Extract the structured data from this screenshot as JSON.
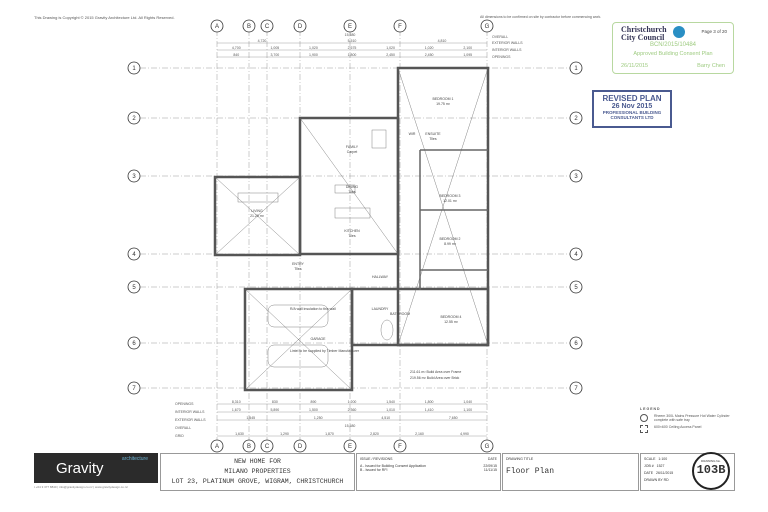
{
  "copyright": "This Drawing is Copyright © 2015 Gravity Architecture Ltd. All Rights Reserved.",
  "site_note": "All dimensions to be confirmed on site by contractor before commencing work.",
  "grid": {
    "columns": [
      "A",
      "B",
      "C",
      "D",
      "E",
      "F",
      "G"
    ],
    "rows": [
      "1",
      "2",
      "3",
      "4",
      "5",
      "6",
      "7"
    ]
  },
  "dimension_labels": {
    "top": [
      "OVERALL",
      "EXTERIOR WALLS",
      "INTERIOR WALLS",
      "OPENINGS"
    ],
    "bottom": [
      "OPENINGS",
      "INTERIOR WALLS",
      "EXTERIOR WALLS",
      "OVERALL",
      "GRID"
    ]
  },
  "dimensions": {
    "top_overall": "15,580",
    "top_ext": [
      "4,720",
      "5,510",
      "4,810"
    ],
    "top_int": [
      "4,700",
      "1,005",
      "1,020",
      "2,675",
      "1,020",
      "1,020",
      "2,100"
    ],
    "top_open": [
      "840",
      "3,700",
      "1,900",
      "1,800",
      "2,450",
      "2,450",
      "1,095"
    ],
    "bottom_open": [
      "8,310",
      "830",
      "890",
      "1,200",
      "1,540",
      "1,800",
      "1,040"
    ],
    "bottom_int": [
      "1,670",
      "5,890",
      "1,500",
      "2,360",
      "1,010",
      "1,410",
      "1,100"
    ],
    "bottom_ext": [
      "1,545",
      "1,250",
      "4,510",
      "7,650"
    ],
    "bottom_overall": "15,580",
    "bottom_grid": [
      "1,630",
      "1,290",
      "1,870",
      "2,820",
      "2,160",
      "4,990"
    ]
  },
  "rooms": [
    {
      "name": "BEDROOM 1",
      "area": "19.75 m²"
    },
    {
      "name": "FAMILY",
      "area": "Carpet"
    },
    {
      "name": "DINING",
      "area": "Tiles"
    },
    {
      "name": "KITCHEN",
      "area": "Tiles"
    },
    {
      "name": "LIVING",
      "area": "21.29 m²"
    },
    {
      "name": "BEDROOM 3",
      "area": "12.01 m²"
    },
    {
      "name": "BEDROOM 2",
      "area": "8.99 m²"
    },
    {
      "name": "BEDROOM 4",
      "area": "12.55 m²"
    },
    {
      "name": "ENSUITE",
      "area": "Tiles"
    },
    {
      "name": "WIR",
      "area": ""
    },
    {
      "name": "ENTRY",
      "area": "Tiles"
    },
    {
      "name": "GARAGE",
      "area": ""
    },
    {
      "name": "HALLWAY",
      "area": ""
    },
    {
      "name": "BATHROOM",
      "area": ""
    },
    {
      "name": "LAUNDRY",
      "area": ""
    }
  ],
  "notes": {
    "garage_wall": "R/A wall insulation to this wall",
    "lintel": "Lintel to be supplied by Timber Manufacturer",
    "area_frame": "211.61 m² Build Area over Frame",
    "area_brick": "219.56 m² Build Area over Brick"
  },
  "stamp_council": {
    "org": "Christchurch City Council",
    "page": "Page 3 of 20",
    "ref": "BCN/2015/10484",
    "status": "Approved Building Consent Plan",
    "date": "26/11/2015",
    "officer": "Barry Chen"
  },
  "stamp_revised": {
    "title": "REVISED PLAN",
    "date": "26 Nov 2015",
    "org": "PROFESSIONAL BUILDING CONSULTANTS LTD"
  },
  "legend": {
    "title": "LEGEND",
    "items": [
      "Rheem 300L Mains Pressure Hot Water Cylinder complete with safe tray",
      "600×600 Ceiling Access Panel"
    ]
  },
  "title_block": {
    "brand": "Gravity",
    "brand_sub": "architecture",
    "contact": "t +64 3 377 8840  |  info@gravitydesign.co.nz  |  www.gravitydesign.co.nz",
    "project": [
      "NEW HOME FOR",
      "MILANO PROPERTIES",
      "LOT 23, PLATINUM GROVE, WIGRAM, CHRISTCHURCH"
    ],
    "issue_header": "ISSUE / REVISIONS",
    "date_header": "DATE",
    "issues": [
      {
        "label": "A - Issued for Building Consent Application",
        "date": "22/09/15"
      },
      {
        "label": "B - Issued for RFI",
        "date": "11/11/15"
      }
    ],
    "drawing_title_header": "DRAWING TITLE",
    "drawing_title": "Floor Plan",
    "scale_label": "SCALE",
    "scale": "1:100",
    "job_label": "JOB #",
    "job": "1527",
    "date_label": "DATE",
    "date": "26/11/2015",
    "drawn_label": "DRAWN BY",
    "drawn": "RD",
    "drawing_no_label": "DRAWING No.",
    "drawing_no": "103B"
  },
  "colors": {
    "wall": "#555555",
    "approved_green": "#9ecb80",
    "revised_blue": "#4a5a90"
  }
}
